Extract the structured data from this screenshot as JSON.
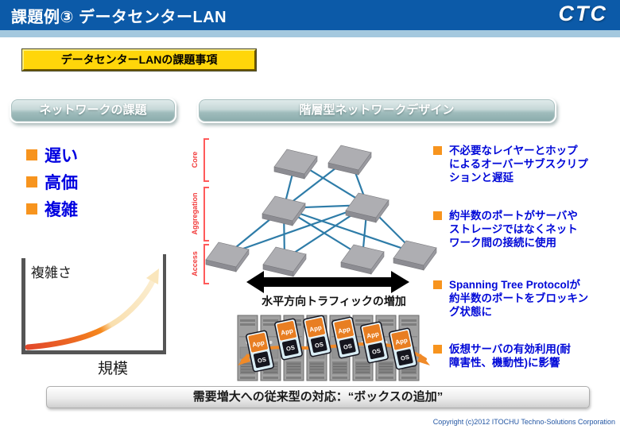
{
  "header": {
    "title": "課題例③ データセンターLAN",
    "logo": "CTC"
  },
  "subtitle_box": {
    "label": "データセンターLANの課題事項"
  },
  "left_panel": {
    "header": "ネットワークの課題",
    "bullets": [
      "遅い",
      "高価",
      "複雑"
    ],
    "chart": {
      "type": "line",
      "y_label": "複雑さ",
      "x_label": "規模",
      "description": "規模が大きくなるほど複雑さが指数関数的に増加する概念曲線"
    }
  },
  "right_panel": {
    "header": "階層型ネットワークデザイン",
    "layers": [
      "Core",
      "Aggregation",
      "Access"
    ],
    "arrow_caption": "水平方向トラフィックの増加",
    "servers": {
      "app_label": "App",
      "os_label": "OS"
    },
    "bullets": [
      "不必要なレイヤーとホップ\nによるオーバーサブスクリプ\nションと遅延",
      "約半数のポートがサーバや\nストレージではなくネット\nワーク間の接続に使用",
      "Spanning Tree Protocolが\n約半数のポートをブロッキン\nグ状態に",
      "仮想サーバの有効利用(耐\n障害性、機動性)に影響"
    ]
  },
  "footer": {
    "banner": "需要増大への従来型の対応：“ボックスの追加”",
    "copyright": "Copyright (c)2012 ITOCHU Techno-Solutions Corporation"
  },
  "colors": {
    "header_blue": "#0c5aa8",
    "accent_strip": "#a4c8de",
    "banner_yellow": "#ffd60a",
    "bullet_orange": "#f7941e",
    "text_blue": "#0000e0",
    "layer_label_red": "#f23b3b",
    "link_line_blue": "#2e7ca8",
    "curve_red": "#e2472a",
    "curve_cream": "#fae6bc"
  }
}
